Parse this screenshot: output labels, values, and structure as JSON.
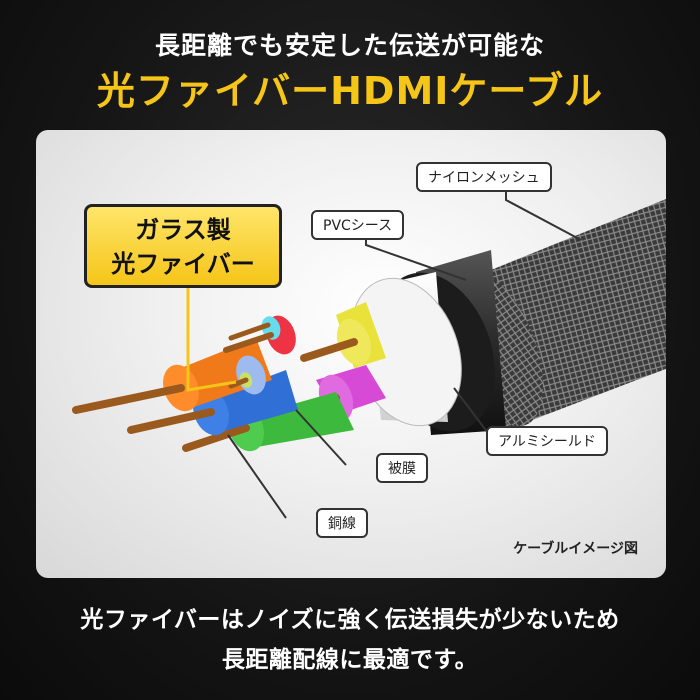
{
  "header": {
    "subtitle": "長距離でも安定した伝送が可能な",
    "title": "光ファイバーHDMIケーブル"
  },
  "diagram": {
    "fiber_label_line1": "ガラス製",
    "fiber_label_line2": "光ファイバー",
    "labels": {
      "nylon_mesh": "ナイロンメッシュ",
      "pvc_sheath": "PVCシース",
      "aluminum_shield": "アルミシールド",
      "covering": "被膜",
      "copper_wire": "銅線"
    },
    "image_caption": "ケーブルイメージ図"
  },
  "footer": {
    "line1": "光ファイバーはノイズに強く伝送損失が少ないため",
    "line2": "長距離配線に最適です。"
  },
  "colors": {
    "accent": "#f5c518",
    "background": "#151515",
    "copper": "#9a5a1e"
  }
}
